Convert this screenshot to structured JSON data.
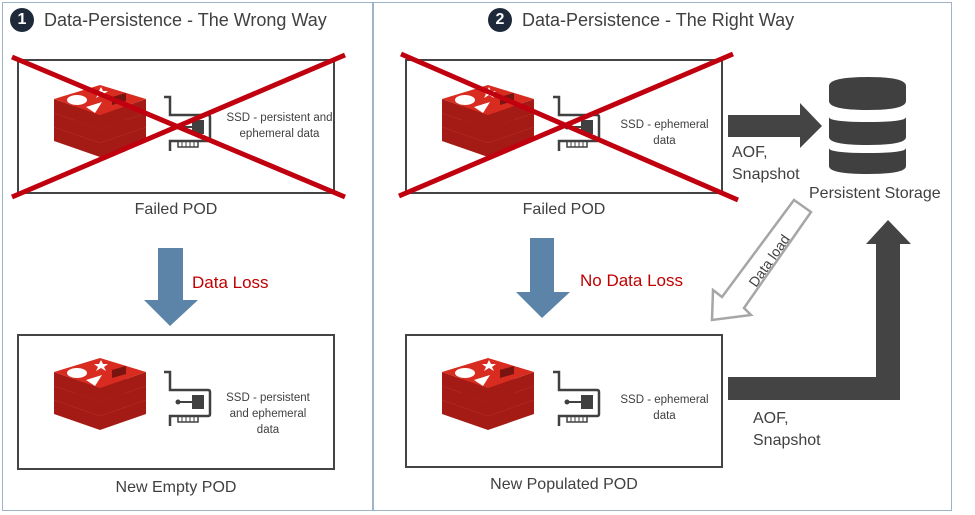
{
  "panels": [
    {
      "number": "1",
      "title": "Data-Persistence - The Wrong Way",
      "failed_pod": {
        "label": "Failed POD",
        "ssd_text": "SSD - persistent and ephemeral data",
        "crossed_out": true
      },
      "transition_label": "Data Loss",
      "new_pod": {
        "label": "New Empty POD",
        "ssd_text": "SSD - persistent and ephemeral data"
      }
    },
    {
      "number": "2",
      "title": "Data-Persistence - The Right Way",
      "failed_pod": {
        "label": "Failed POD",
        "ssd_text": "SSD - ephemeral data",
        "crossed_out": true
      },
      "transition_label": "No Data Loss",
      "new_pod": {
        "label": "New Populated POD",
        "ssd_text": "SSD - ephemeral data"
      },
      "storage": {
        "label": "Persistent Storage",
        "icon": "database-icon"
      },
      "arrows": {
        "to_storage_label_line1": "AOF,",
        "to_storage_label_line2": "Snapshot",
        "data_load_label": "Data load",
        "from_new_pod_label_line1": "AOF,",
        "from_new_pod_label_line2": "Snapshot"
      }
    }
  ],
  "colors": {
    "frame": "#9db4c8",
    "badge": "#1e2a3a",
    "cross": "#c0000f",
    "redis_red": "#d82c20",
    "transition_arrow": "#5b84a8",
    "dark_arrow": "#444444",
    "loss_text": "#c00000"
  }
}
